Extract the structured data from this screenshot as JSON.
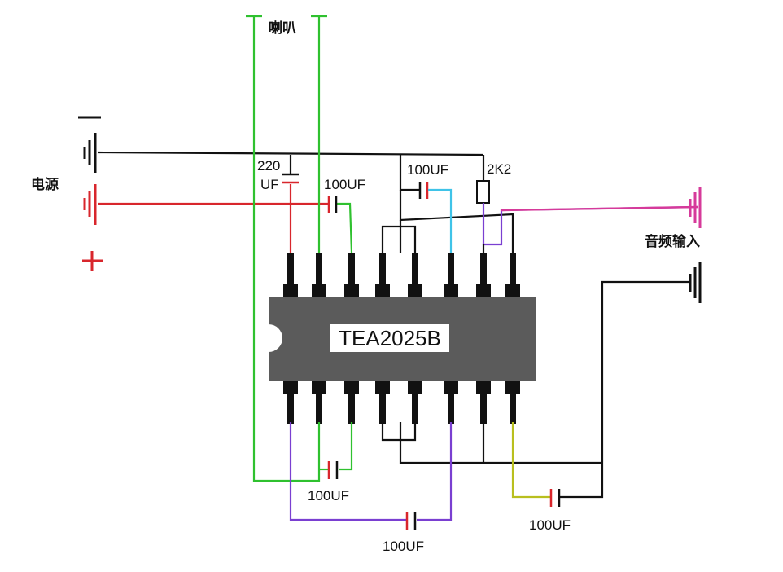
{
  "labels": {
    "speaker": "喇叭",
    "power": "电源",
    "minus": "−",
    "plus": "+",
    "audio_in": "音频输入",
    "chip": "TEA2025B",
    "cap_220_line1": "220",
    "cap_220_line2": "UF",
    "cap_top_left": "100UF",
    "cap_top_mid": "100UF",
    "resistor": "2K2",
    "cap_bottom_left": "100UF",
    "cap_bottom_mid": "100UF",
    "cap_bottom_right": "100UF"
  },
  "colors": {
    "black_wire": "#111111",
    "red_wire": "#d8262c",
    "green_wire": "#2fc12f",
    "purple_wire": "#7a3fd1",
    "cyan_wire": "#3fc3e8",
    "magenta_wire": "#d63a9a",
    "yellow_wire": "#b9bf1e",
    "chip_body": "#5b5b5b",
    "chip_label_bg": "#ffffff"
  }
}
